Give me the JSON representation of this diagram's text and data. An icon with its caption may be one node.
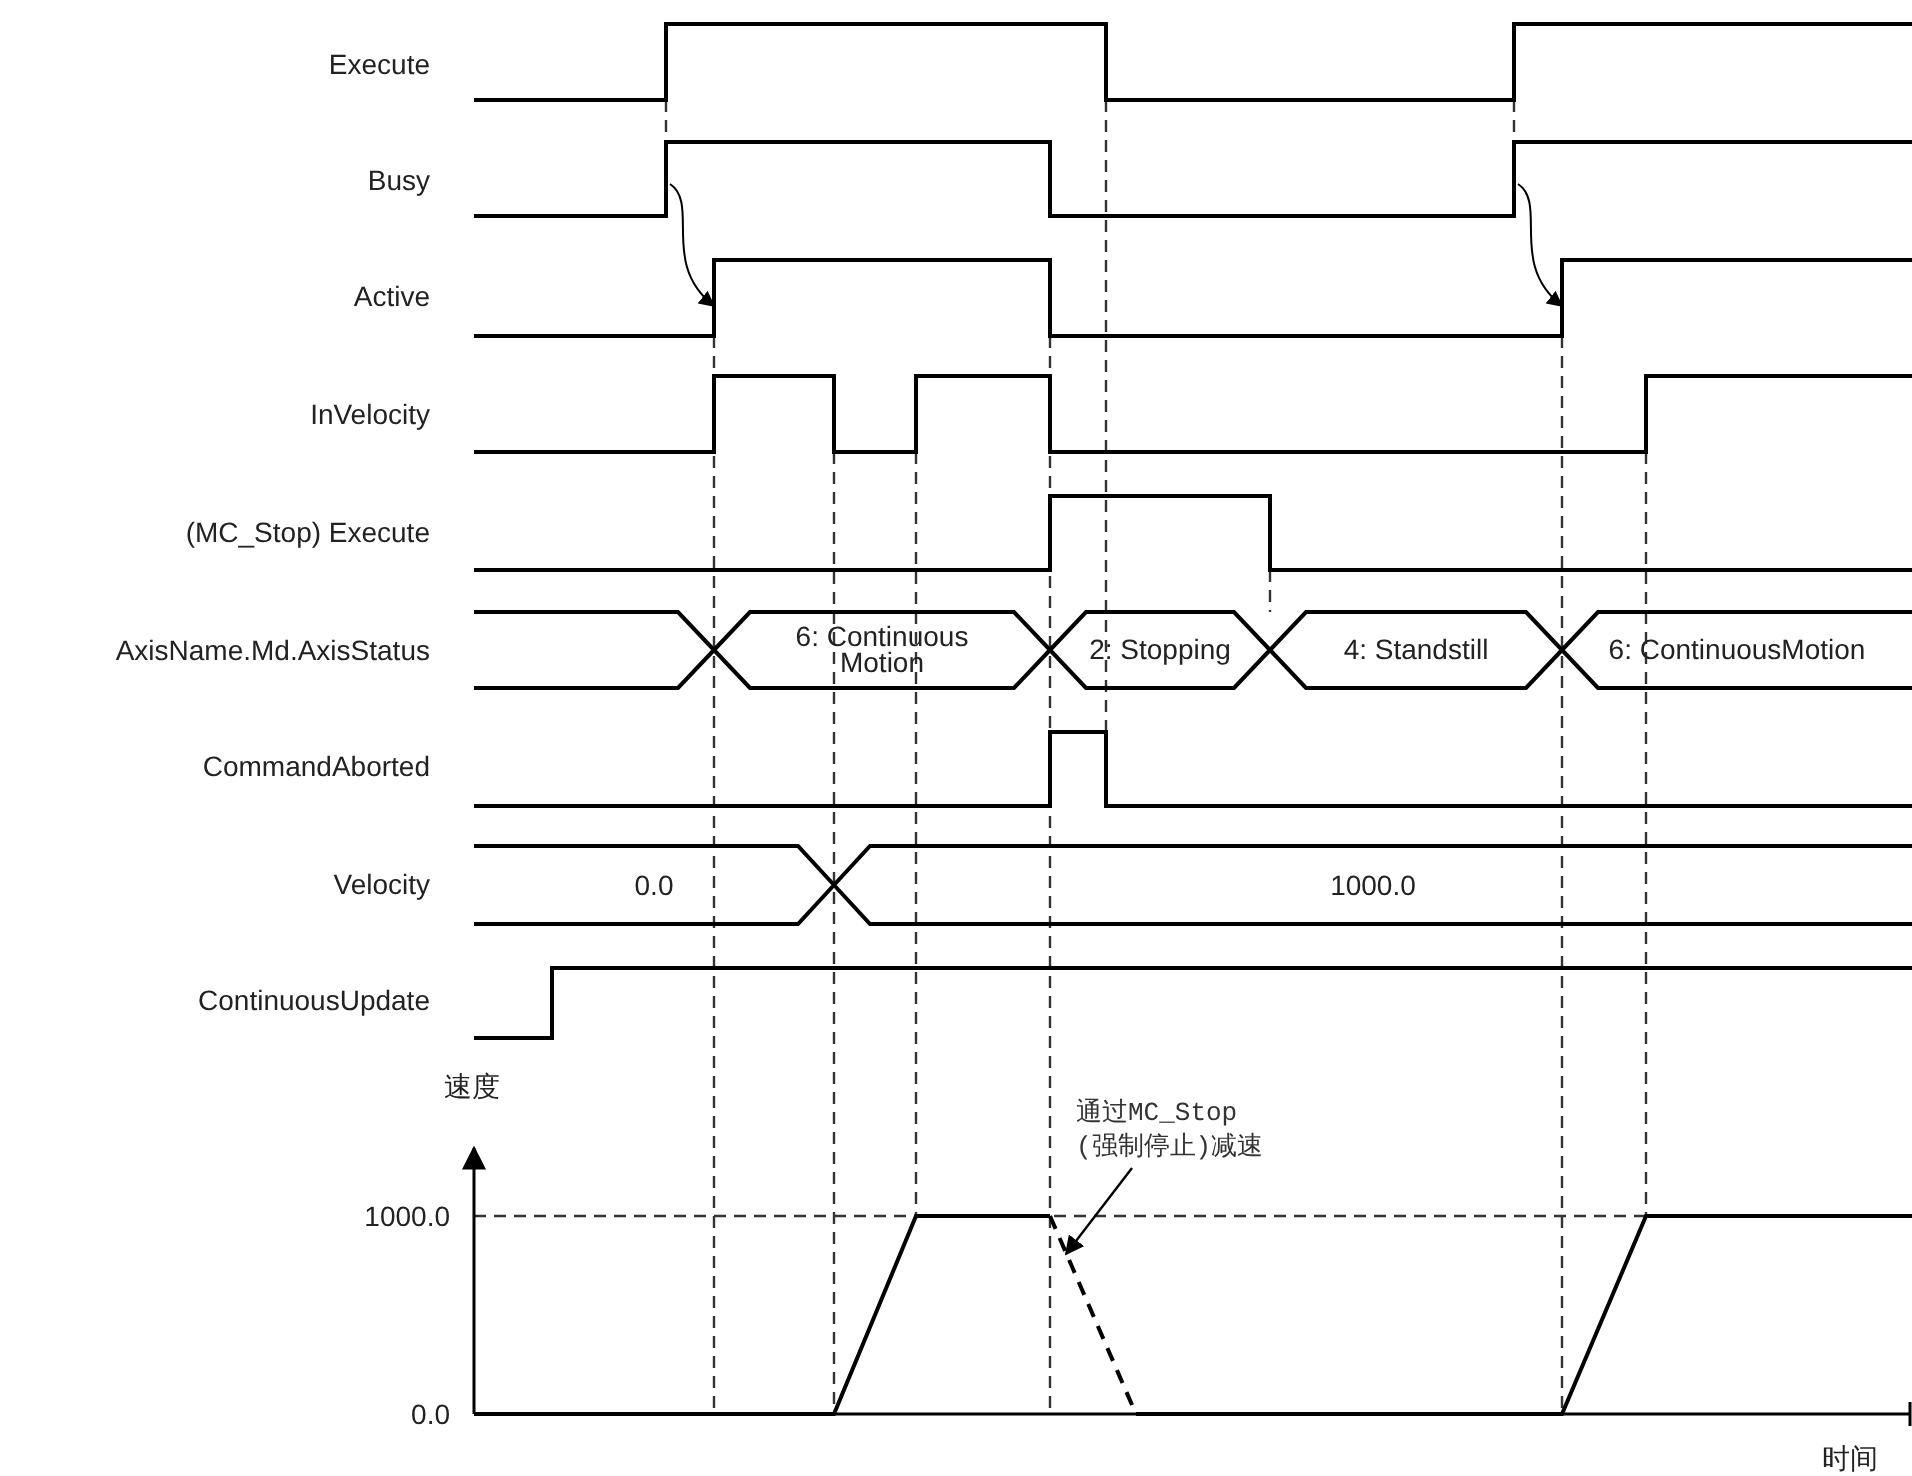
{
  "diagram": {
    "nodes": [
      {
        "text": [],
        "shape": "hexagon"
      },
      {
        "text": [
          "6: Continuous Motion"
        ]
      },
      {
        "text": [
          "2: Stopping"
        ]
      },
      {
        "text": [
          "4: Standstill"
        ]
      },
      {
        "text": [
          "6: ContinuousMotion"
        ]
      },
      {
        "text": [
          "0.0"
        ]
      },
      {
        "text": [
          "1000.0"
        ]
      },
      {
        "text": [
          "通过MC_Stop (强制停止)减速"
        ]
      },
      {
        "text": [],
        "shape": "line"
      }
    ],
    "edges": [
      {
        "from": 7,
        "to": 8,
        "arrow": "to"
      }
    ],
    "labels": [
      "Execute",
      "Busy",
      "Active",
      "InVelocity",
      "(MC_Stop) Execute",
      "AxisName.Md.AxisStatus",
      "CommandAborted",
      "Velocity",
      "ContinuousUpdate",
      "速度",
      "1000.0",
      "0.0",
      "时间"
    ]
  }
}
